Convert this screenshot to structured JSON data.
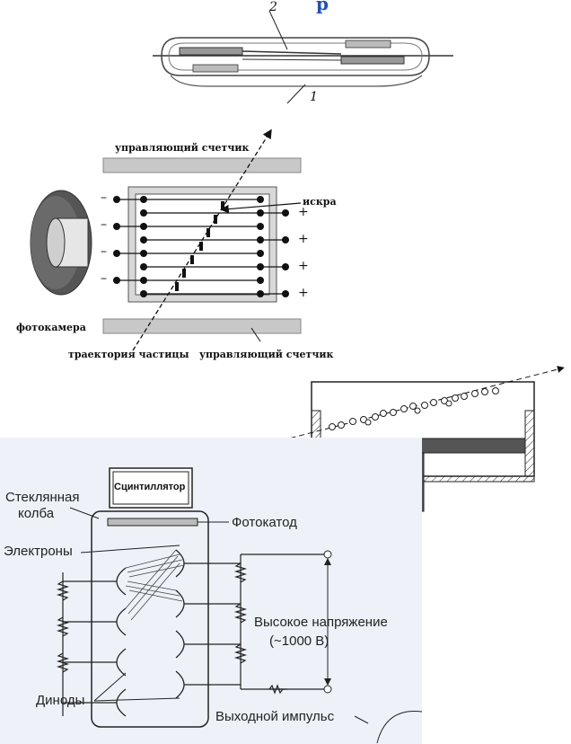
{
  "reed_switch": {
    "labels": [
      "2",
      "1"
    ],
    "caption_fragment": "р"
  },
  "spark_chamber": {
    "top_counter_label": "управляющий счетчик",
    "spark_label": "искра",
    "camera_label": "фотокамера",
    "trajectory_label": "траектория частицы",
    "bottom_counter_label": "управляющий счетчик",
    "minus_sign": "–",
    "plus_sign": "+"
  },
  "pmt": {
    "scintillator": "Сцинтиллятор",
    "glass_bulb_line1": "Стеклянная",
    "glass_bulb_line2": "колба",
    "photocathode": "Фотокатод",
    "electrons": "Электроны",
    "high_voltage_line1": "Высокое напряжение",
    "high_voltage_line2": "(~1000 В)",
    "dynodes": "Диноды",
    "output_pulse": "Выходной импульс"
  },
  "colors": {
    "pmt_background": "#eef2f8",
    "metal_gray": "#c8c8c8",
    "camera_dark": "#555555",
    "ink": "#111111",
    "accent_blue": "#1f4fbf"
  }
}
